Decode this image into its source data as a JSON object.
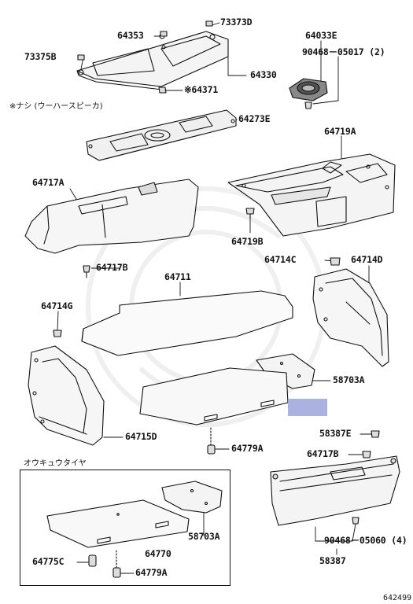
{
  "diagram": {
    "note": "※ナシ (ウーハースピーカ)",
    "inset_title": "オウキュウタイヤ",
    "diagram_number": "642499",
    "highlight_color": "#a8aede",
    "labels": {
      "p73373D": "73373D",
      "p64353": "64353",
      "p64033E": "64033E",
      "p73375B": "73375B",
      "p90468_05017": "90468－05017 (2)",
      "p64330": "64330",
      "p64371": "※64371",
      "p64273E": "64273E",
      "p64719A": "64719A",
      "p64717A": "64717A",
      "p64719B": "64719B",
      "p64714C": "64714C",
      "p64714D": "64714D",
      "p64717B_top": "64717B",
      "p64711": "64711",
      "p64714G": "64714G",
      "p58703A_top": "58703A",
      "p64715D": "64715D",
      "p58387E": "58387E",
      "p64779A_top": "64779A",
      "p64717B_bottom": "64717B",
      "p58703A_inset": "58703A",
      "p64770": "64770",
      "p64775C": "64775C",
      "p64779A_inset": "64779A",
      "p90468_05060": "90468－05060 (4)",
      "p58387": "58387"
    }
  }
}
